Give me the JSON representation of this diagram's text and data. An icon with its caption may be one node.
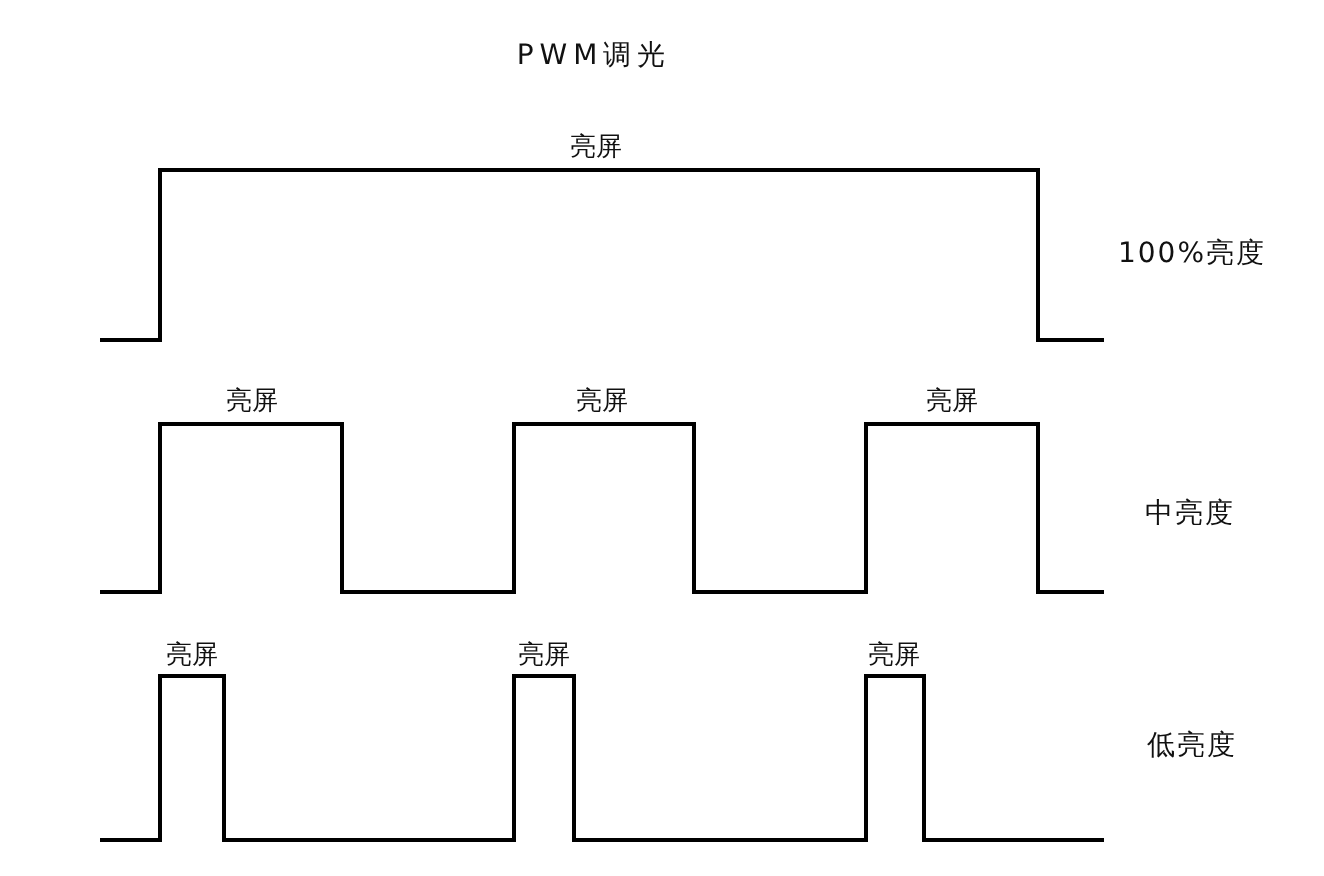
{
  "diagram": {
    "title": "PWM调光",
    "labels": [
      "亮屏",
      "100%亮度",
      "亮屏",
      "亮屏",
      "亮屏",
      "中亮度",
      "亮屏",
      "亮屏",
      "亮屏",
      "低亮度"
    ]
  }
}
